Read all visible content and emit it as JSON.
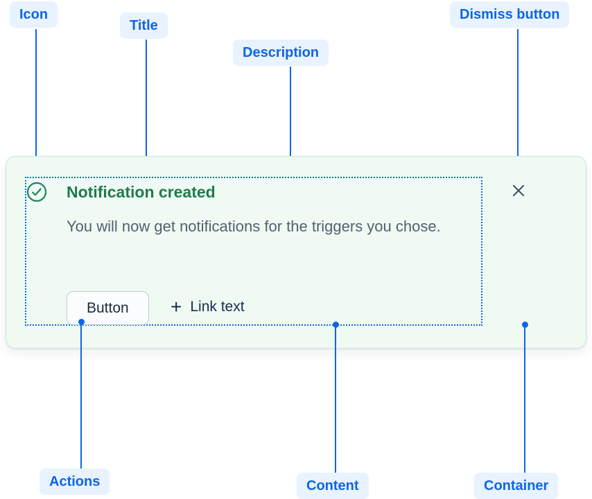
{
  "labels": {
    "icon": "Icon",
    "title": "Title",
    "description": "Description",
    "dismiss": "Dismiss button",
    "actions": "Actions",
    "content": "Content",
    "container": "Container"
  },
  "notification": {
    "title": "Notification created",
    "description": "You will now get notifications for the triggers you chose.",
    "button": "Button",
    "plus": "+",
    "link": "Link text"
  },
  "icons": {
    "status": "check-circle-icon",
    "dismiss": "close-icon"
  },
  "colors": {
    "annotation_blue": "#0C66E4",
    "annotation_pill_bg": "#E9F2FF",
    "card_bg": "#EFFAF3",
    "icon_green": "#1F845A",
    "title_green": "#1E7B4D",
    "description_gray": "#545F6E",
    "dark_text": "#172B4D"
  }
}
